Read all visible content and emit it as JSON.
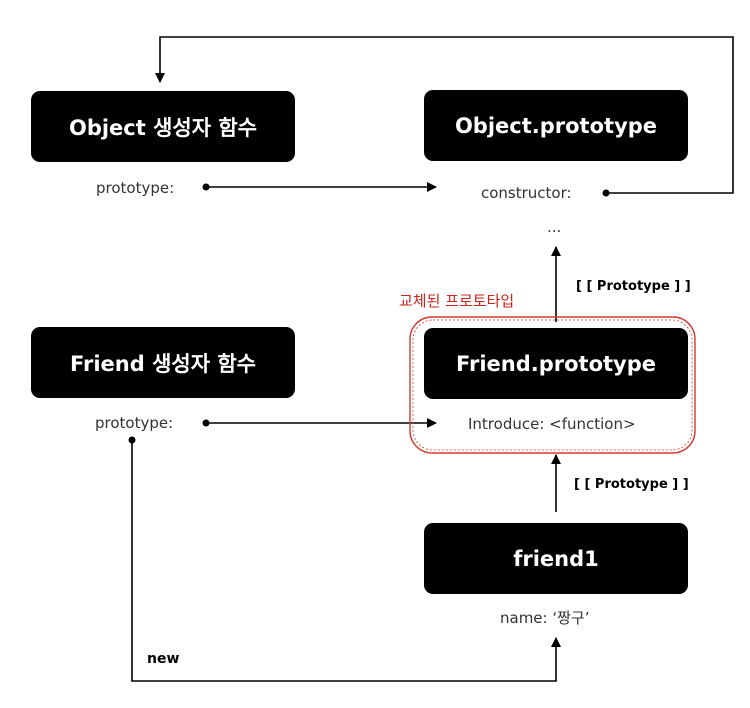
{
  "boxes": {
    "object_ctor": "Object 생성자 함수",
    "object_proto": "Object.prototype",
    "friend_ctor": "Friend 생성자 함수",
    "friend_proto": "Friend.prototype",
    "friend1": "friend1"
  },
  "labels": {
    "object_ctor_prototype": "prototype:",
    "object_proto_constructor": "constructor:",
    "object_proto_ellipsis": "...",
    "friend_ctor_prototype": "prototype:",
    "friend_proto_introduce": "Introduce: <function>",
    "friend1_name": "name: ‘짱구’",
    "replaced_prototype": "교체된 프로토타입",
    "proto_link_upper": "[ [ Prototype ] ]",
    "proto_link_lower": "[ [ Prototype ] ]",
    "new_label": "new"
  },
  "colors": {
    "box_fill": "#000000",
    "highlight": "#d43a2e",
    "highlight_text": "#c8261b"
  }
}
